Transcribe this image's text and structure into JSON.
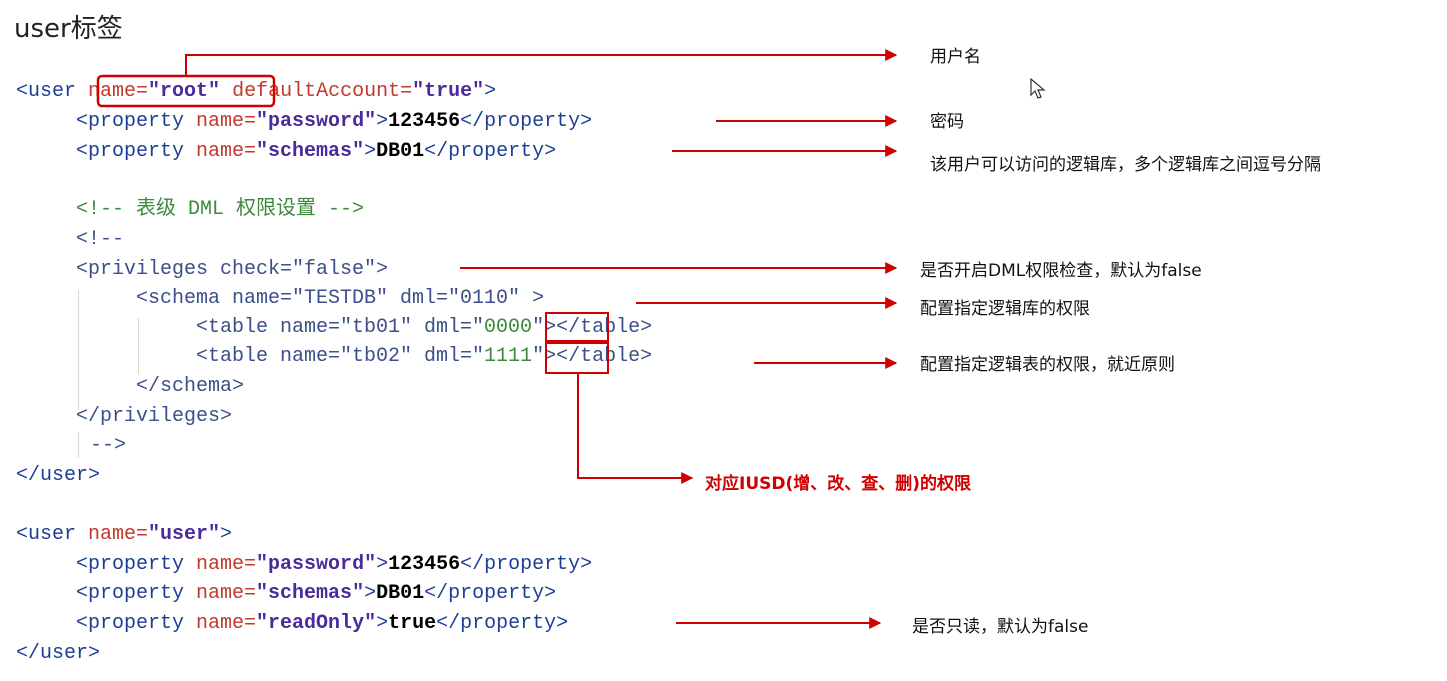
{
  "heading": "user标签",
  "code": {
    "l1": {
      "open": "<user ",
      "a1": "name=",
      "v1": "\"root\"",
      "sp": " ",
      "a2": "defaultAccount=",
      "v2": "\"true\"",
      "close": ">"
    },
    "l2": {
      "open": "<property ",
      "a1": "name=",
      "v1": "\"password\"",
      "gt": ">",
      "text": "123456",
      "close": "</property>"
    },
    "l3": {
      "open": "<property ",
      "a1": "name=",
      "v1": "\"schemas\"",
      "gt": ">",
      "text": "DB01",
      "close": "</property>"
    },
    "l4": "<!-- 表级 DML 权限设置 -->",
    "l5": "<!--",
    "l6": "<privileges check=\"false\">",
    "l7": "<schema name=\"TESTDB\" dml=\"0110\" >",
    "l8": {
      "pre": "<table name=\"tb01\" dml=\"",
      "num": "0000",
      "post": "\"></table>"
    },
    "l9": {
      "pre": "<table name=\"tb02\" dml=\"",
      "num": "1111",
      "post": "\"></table>"
    },
    "l10": "</schema>",
    "l11": "</privileges>",
    "l12": "-->",
    "l13": "</user>",
    "l14": {
      "open": "<user ",
      "a1": "name=",
      "v1": "\"user\"",
      "close": ">"
    },
    "l15": {
      "open": "<property ",
      "a1": "name=",
      "v1": "\"password\"",
      "gt": ">",
      "text": "123456",
      "close": "</property>"
    },
    "l16": {
      "open": "<property ",
      "a1": "name=",
      "v1": "\"schemas\"",
      "gt": ">",
      "text": "DB01",
      "close": "</property>"
    },
    "l17": {
      "open": "<property ",
      "a1": "name=",
      "v1": "\"readOnly\"",
      "gt": ">",
      "text": "true",
      "close": "</property>"
    },
    "l18": "</user>"
  },
  "annotations": {
    "username": "用户名",
    "password": "密码",
    "schemas": "该用户可以访问的逻辑库，多个逻辑库之间逗号分隔",
    "check": "是否开启DML权限检查，默认为false",
    "schema_priv": "配置指定逻辑库的权限",
    "table_priv": "配置指定逻辑表的权限，就近原则",
    "iusd": "对应IUSD(增、改、查、删)的权限",
    "readonly": "是否只读，默认为false"
  },
  "colors": {
    "arrow": "#d10000",
    "tag": "#1c3f95",
    "attr": "#c0392b",
    "value": "#4a2b9c",
    "comment": "#3d8a3d"
  }
}
